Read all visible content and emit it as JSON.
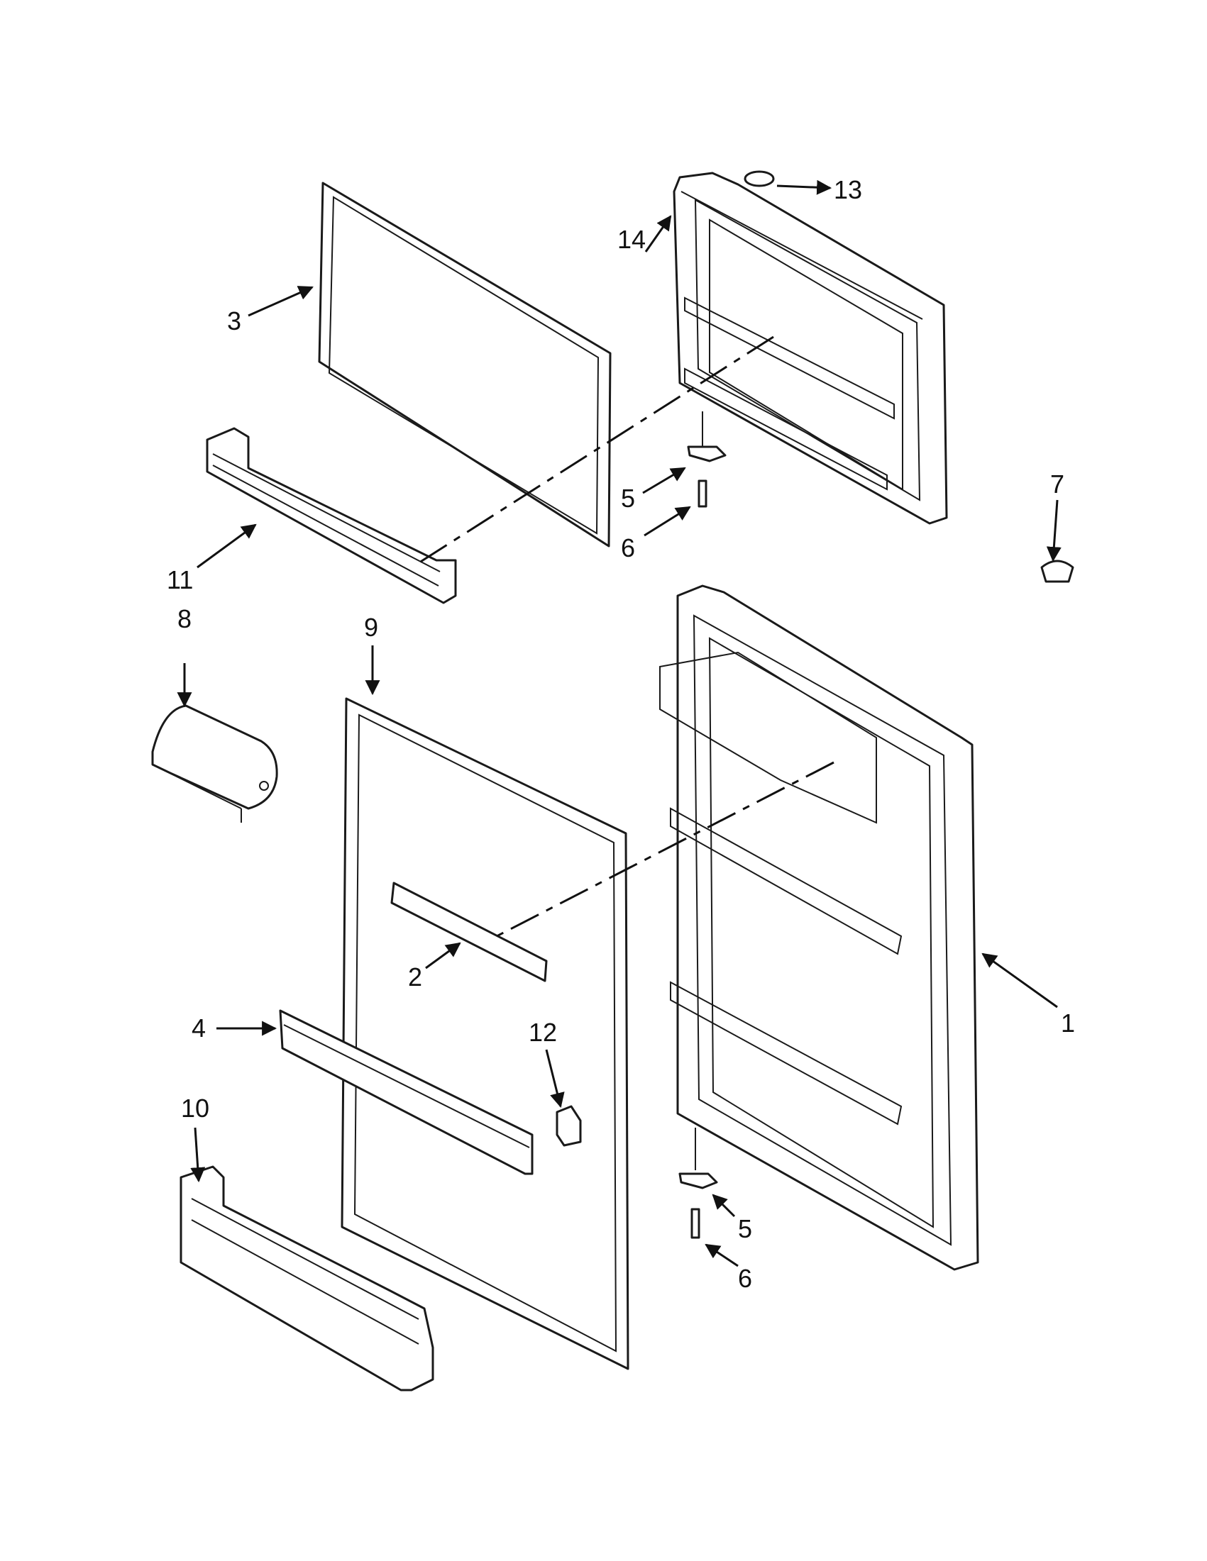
{
  "callouts": {
    "c1": "1",
    "c2": "2",
    "c3": "3",
    "c4": "4",
    "c5a": "5",
    "c5b": "5",
    "c6a": "6",
    "c6b": "6",
    "c7": "7",
    "c8": "8",
    "c9": "9",
    "c10": "10",
    "c11": "11",
    "c12": "12",
    "c13": "13",
    "c14": "14"
  },
  "colors": {
    "line": "#1a1a1a",
    "background": "#ffffff"
  }
}
